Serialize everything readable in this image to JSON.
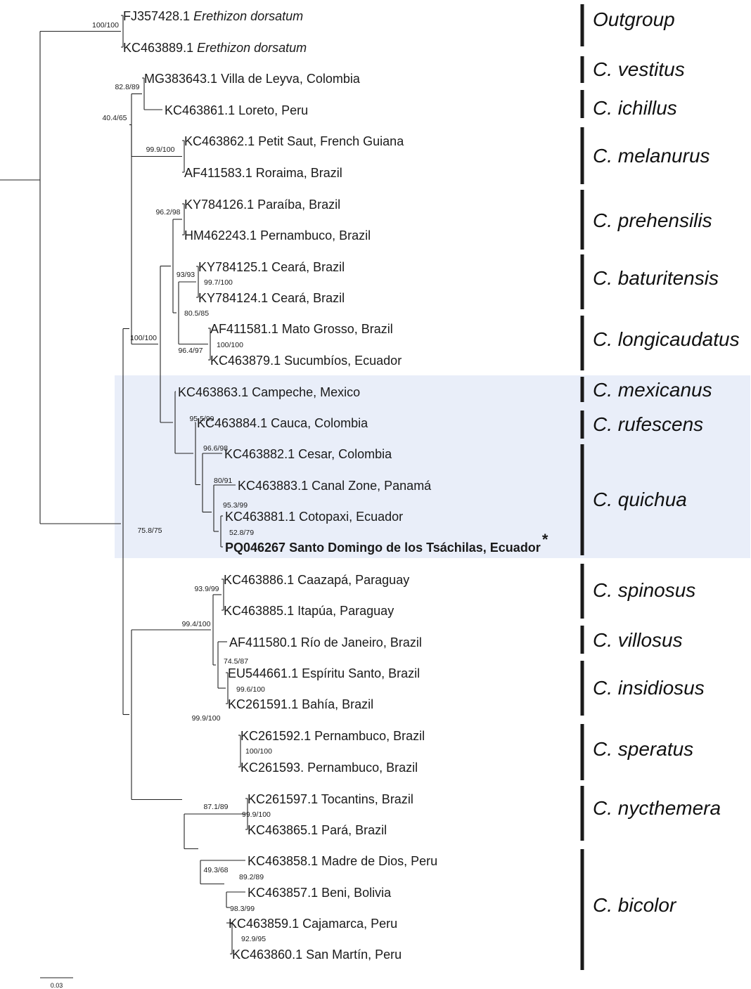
{
  "colors": {
    "highlight": "#e9eef9",
    "branch": "#222222",
    "text": "#1a1a1a"
  },
  "tips": [
    {
      "acc": "FJ357428.1",
      "label": "Erethizon dorsatum",
      "italic": true
    },
    {
      "acc": "KC463889.1",
      "label": "Erethizon dorsatum",
      "italic": true
    },
    {
      "acc": "MG383643.1",
      "label": "Villa de Leyva, Colombia"
    },
    {
      "acc": "KC463861.1",
      "label": "Loreto, Peru"
    },
    {
      "acc": "KC463862.1",
      "label": "Petit Saut, French Guiana"
    },
    {
      "acc": "AF411583.1",
      "label": "Roraima, Brazil"
    },
    {
      "acc": "KY784126.1",
      "label": "Paraíba, Brazil"
    },
    {
      "acc": "HM462243.1",
      "label": "Pernambuco, Brazil"
    },
    {
      "acc": "KY784125.1",
      "label": "Ceará, Brazil"
    },
    {
      "acc": "KY784124.1",
      "label": "Ceará, Brazil"
    },
    {
      "acc": "AF411581.1",
      "label": "Mato Grosso, Brazil"
    },
    {
      "acc": "KC463879.1",
      "label": "Sucumbíos, Ecuador"
    },
    {
      "acc": "KC463863.1",
      "label": "Campeche, Mexico"
    },
    {
      "acc": "KC463884.1",
      "label": "Cauca, Colombia"
    },
    {
      "acc": "KC463882.1",
      "label": "Cesar, Colombia"
    },
    {
      "acc": "KC463883.1",
      "label": "Canal Zone, Panamá"
    },
    {
      "acc": "KC463881.1",
      "label": "Cotopaxi, Ecuador"
    },
    {
      "acc": "PQ046267",
      "label": "Santo Domingo de los Tsáchilas, Ecuador",
      "bold": true,
      "mark": "*"
    },
    {
      "acc": "KC463886.1",
      "label": "Caazapá, Paraguay"
    },
    {
      "acc": "KC463885.1",
      "label": "Itapúa, Paraguay"
    },
    {
      "acc": "AF411580.1",
      "label": "Río de Janeiro, Brazil"
    },
    {
      "acc": "EU544661.1",
      "label": "Espíritu Santo, Brazil"
    },
    {
      "acc": "KC261591.1",
      "label": "Bahía, Brazil"
    },
    {
      "acc": "KC261592.1",
      "label": "Pernambuco, Brazil"
    },
    {
      "acc": "KC261593.",
      "label": "Pernambuco, Brazil"
    },
    {
      "acc": "KC261597.1",
      "label": "Tocantins, Brazil"
    },
    {
      "acc": "KC463865.1",
      "label": "Pará, Brazil"
    },
    {
      "acc": "KC463858.1",
      "label": "Madre de Dios, Peru"
    },
    {
      "acc": "KC463857.1",
      "label": "Beni, Bolivia"
    },
    {
      "acc": "KC463859.1",
      "label": "Cajamarca, Peru"
    },
    {
      "acc": "KC463860.1",
      "label": "San Martín, Peru"
    }
  ],
  "support": {
    "outgroup": "100/100",
    "vestitus_ichillus": "82.8/89",
    "vest_ich_mel": "40.4/65",
    "melanurus": "99.9/100",
    "prehensilis": "96.2/98",
    "baturitensis_long": "93/93",
    "baturitensis": "99.7/100",
    "bat_long_inner": "80.5/85",
    "longicaudatus": "96.4/97",
    "longicaudatus_inner": "100/100",
    "main_clade": "100/100",
    "rufescens_quichua": "95.5/99",
    "quichua": "96.6/98",
    "canal_group": "80/91",
    "cotopaxi_group": "95.3/99",
    "pq_pair": "52.8/79",
    "atlantic": "75.8/75",
    "spinosus": "93.9/99",
    "sp_vil_ins": "99.4/100",
    "villosus_insidiosus": "74.5/87",
    "insidiosus": "99.6/100",
    "southern": "99.9/100",
    "speratus": "100/100",
    "nyc_bic": "87.1/89",
    "nycthemera": "99.9/100",
    "bicolor": "49.3/68",
    "bicolor_a": "89.2/89",
    "bicolor_b": "98.3/99",
    "bicolor_c": "92.9/95"
  },
  "clades": [
    {
      "name": "Outgroup",
      "italic": false
    },
    {
      "name": "C. vestitus"
    },
    {
      "name": "C. ichillus"
    },
    {
      "name": "C. melanurus"
    },
    {
      "name": "C. prehensilis"
    },
    {
      "name": "C. baturitensis"
    },
    {
      "name": "C. longicaudatus"
    },
    {
      "name": "C. mexicanus"
    },
    {
      "name": "C. rufescens"
    },
    {
      "name": "C. quichua"
    },
    {
      "name": "C. spinosus"
    },
    {
      "name": "C. villosus"
    },
    {
      "name": "C. insidiosus"
    },
    {
      "name": "C. speratus"
    },
    {
      "name": "C. nycthemera"
    },
    {
      "name": "C. bicolor"
    }
  ],
  "scale_label": "0.03"
}
